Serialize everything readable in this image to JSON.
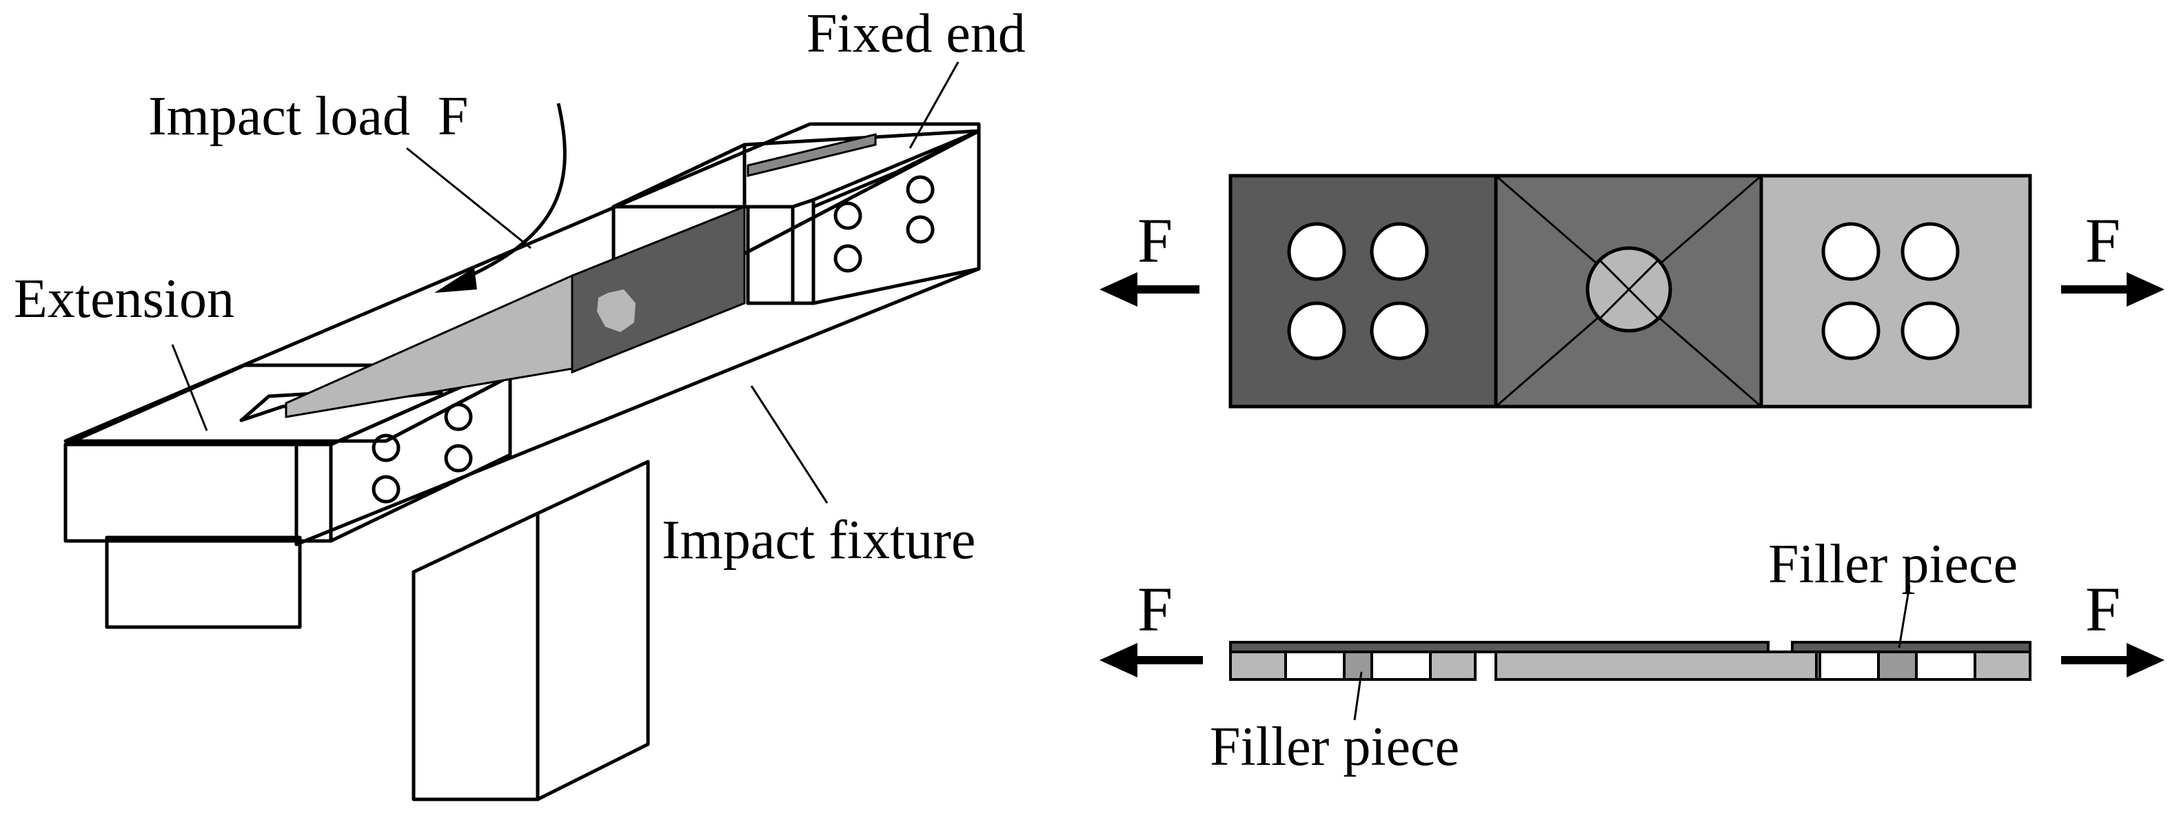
{
  "left_view": {
    "labels": {
      "fixed_end": "Fixed end",
      "impact_load": "Impact load  F",
      "extension": "Extension",
      "impact_fixture": "Impact fixture"
    }
  },
  "top_view": {
    "force_left": "F",
    "force_right": "F"
  },
  "side_view": {
    "force_left": "F",
    "force_right": "F",
    "filler_top": "Filler piece",
    "filler_bottom": "Filler piece"
  },
  "colors": {
    "dark_gray": "#5a5a5a",
    "medium_dark_gray": "#7a7a7a",
    "light_gray": "#b8b8b8",
    "outline": "#000000",
    "background": "#ffffff"
  }
}
